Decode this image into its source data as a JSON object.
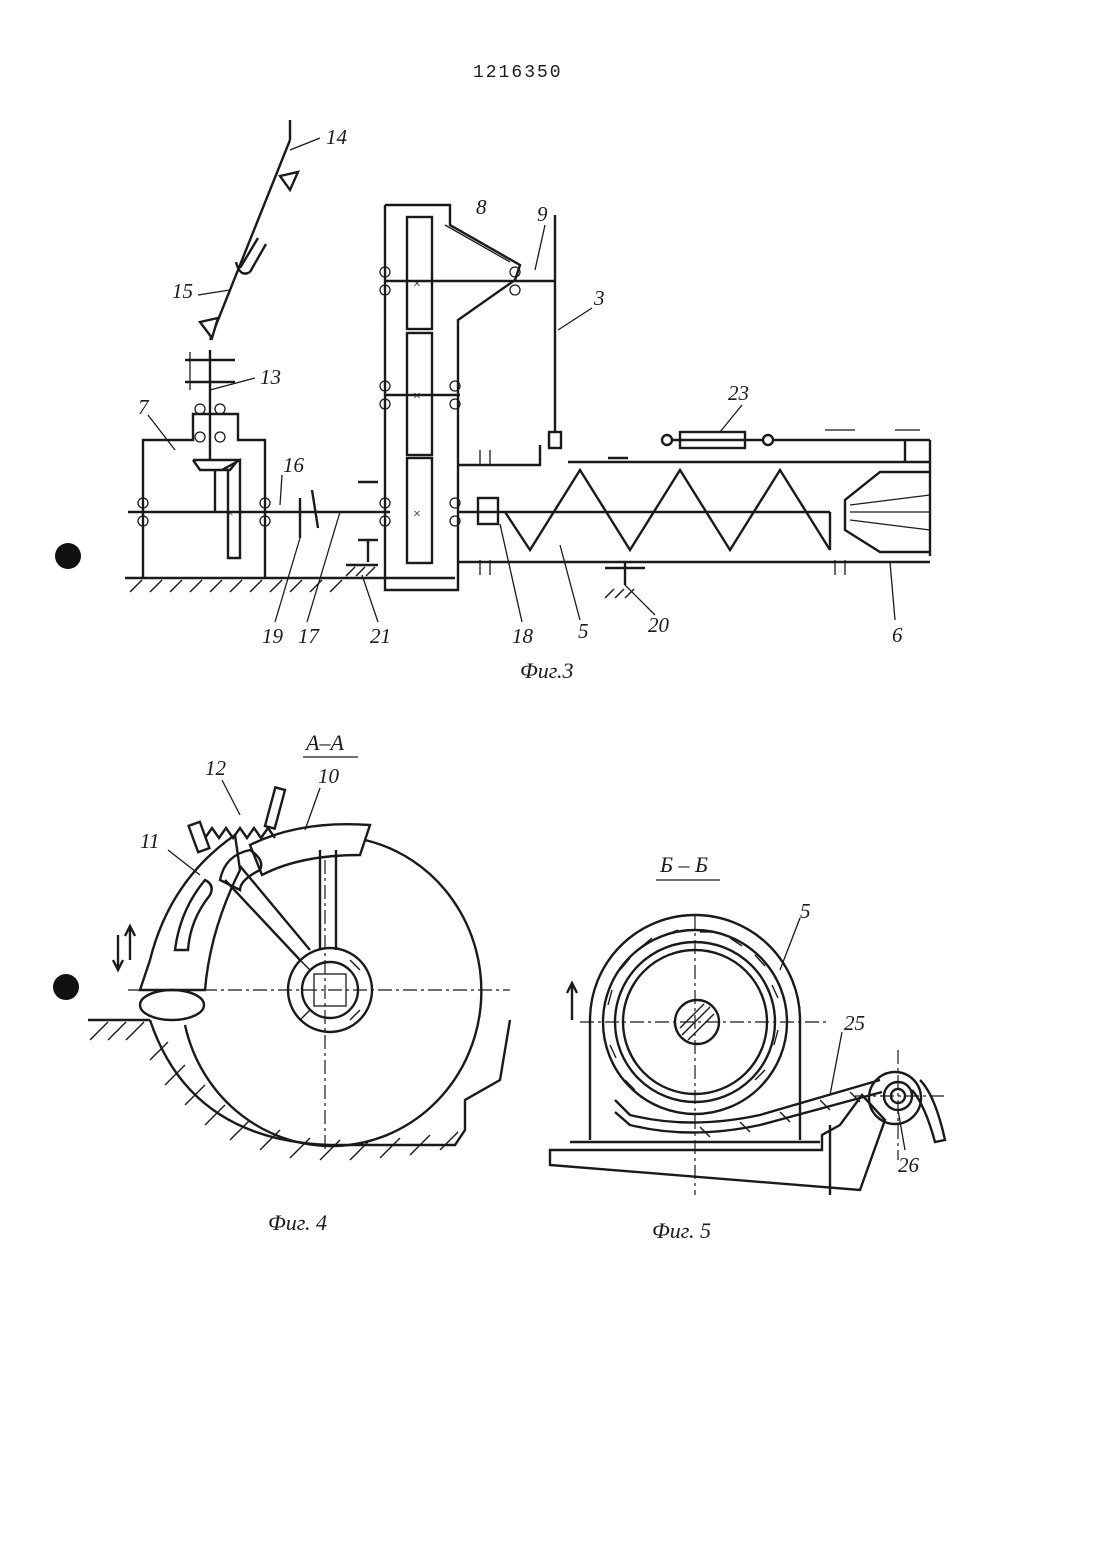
{
  "document": {
    "number": "1216350"
  },
  "figures": [
    {
      "id": "fig3",
      "caption": "Фиг.3",
      "labels": [
        "14",
        "8",
        "9",
        "15",
        "3",
        "13",
        "23",
        "7",
        "16",
        "19",
        "17",
        "21",
        "18",
        "5",
        "20",
        "6"
      ]
    },
    {
      "id": "fig4",
      "caption": "Фиг. 4",
      "section": "А–А",
      "labels": [
        "12",
        "10",
        "11"
      ]
    },
    {
      "id": "fig5",
      "caption": "Фиг. 5",
      "section": "Б – Б",
      "labels": [
        "5",
        "25",
        "26"
      ]
    }
  ]
}
